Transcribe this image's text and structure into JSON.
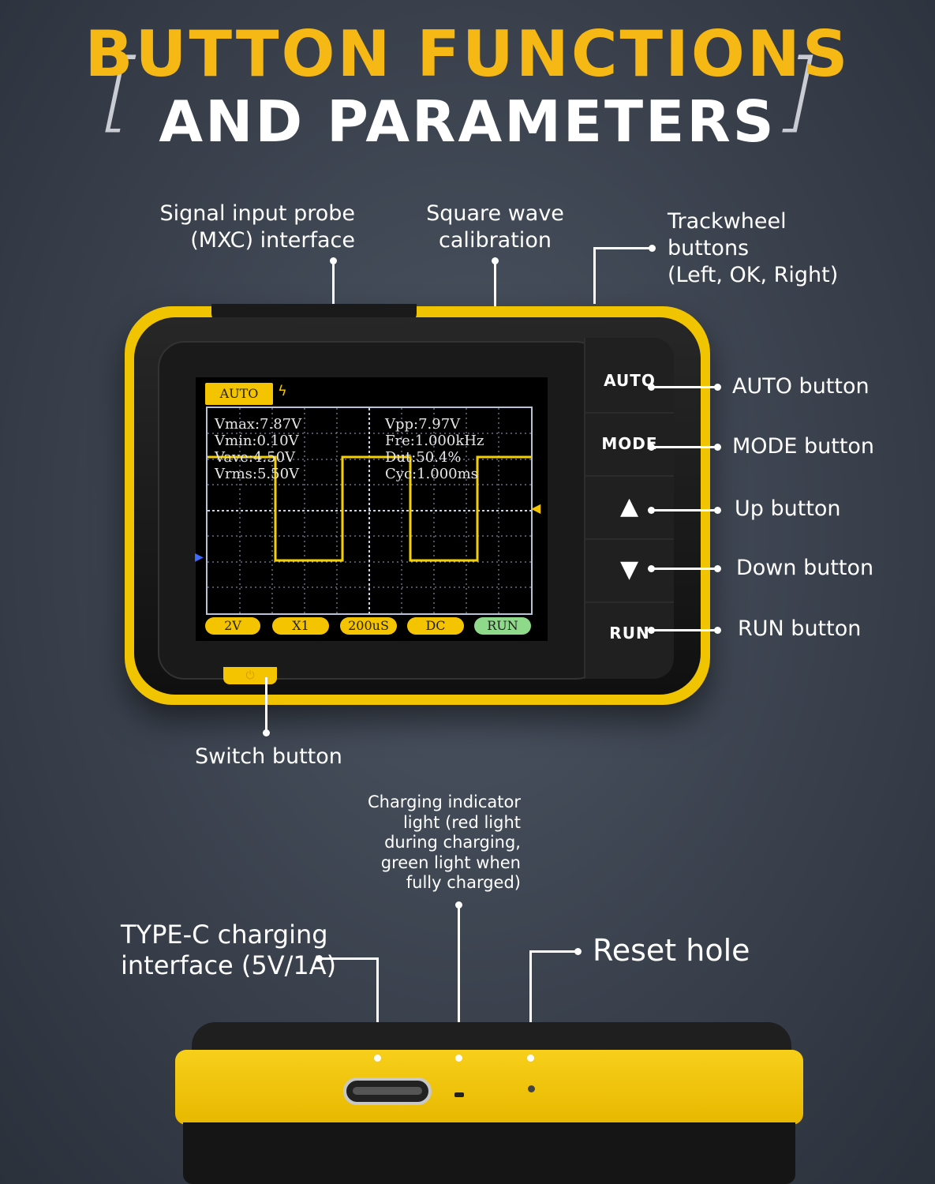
{
  "title": {
    "line1": "BUTTON FUNCTIONS",
    "line2": "AND PARAMETERS"
  },
  "labels": {
    "probe": [
      "Signal input probe",
      "(MXC) interface"
    ],
    "square": [
      "Square wave",
      "calibration"
    ],
    "trackwheel": [
      "Trackwheel",
      "buttons",
      "(Left, OK, Right)"
    ],
    "auto": "AUTO button",
    "mode": "MODE button",
    "up": "Up button",
    "down": "Down button",
    "run": "RUN button",
    "switch": "Switch button",
    "charging_light": [
      "Charging indicator",
      "light (red light",
      "during charging,",
      "green light when",
      "fully charged)"
    ],
    "typec": [
      "TYPE-C charging",
      "interface (5V/1A)"
    ],
    "reset": "Reset hole"
  },
  "keys": {
    "auto": "AUTO",
    "mode": "MODE",
    "up": "▲",
    "down": "▼",
    "run": "RUN"
  },
  "screen": {
    "mode_badge": "AUTO",
    "trigger_icon": "trigger-bolt-icon",
    "left_measurements": [
      "Vmax:7.87V",
      "Vmin:0.10V",
      "Vave:4.50V",
      "Vrms:5.50V"
    ],
    "right_measurements": [
      "Vpp:7.97V",
      "Fre:1.000kHz",
      "Dut:50.4%",
      "Cyc:1.000ms"
    ],
    "bottom_badges": [
      "2V",
      "X1",
      "200uS",
      "DC",
      "RUN"
    ]
  },
  "power_icon": "⏻",
  "colors": {
    "accent": "#f5b815",
    "device_yellow": "#f1c400",
    "run_badge": "#8fd98a",
    "wave": "#f5d000"
  }
}
